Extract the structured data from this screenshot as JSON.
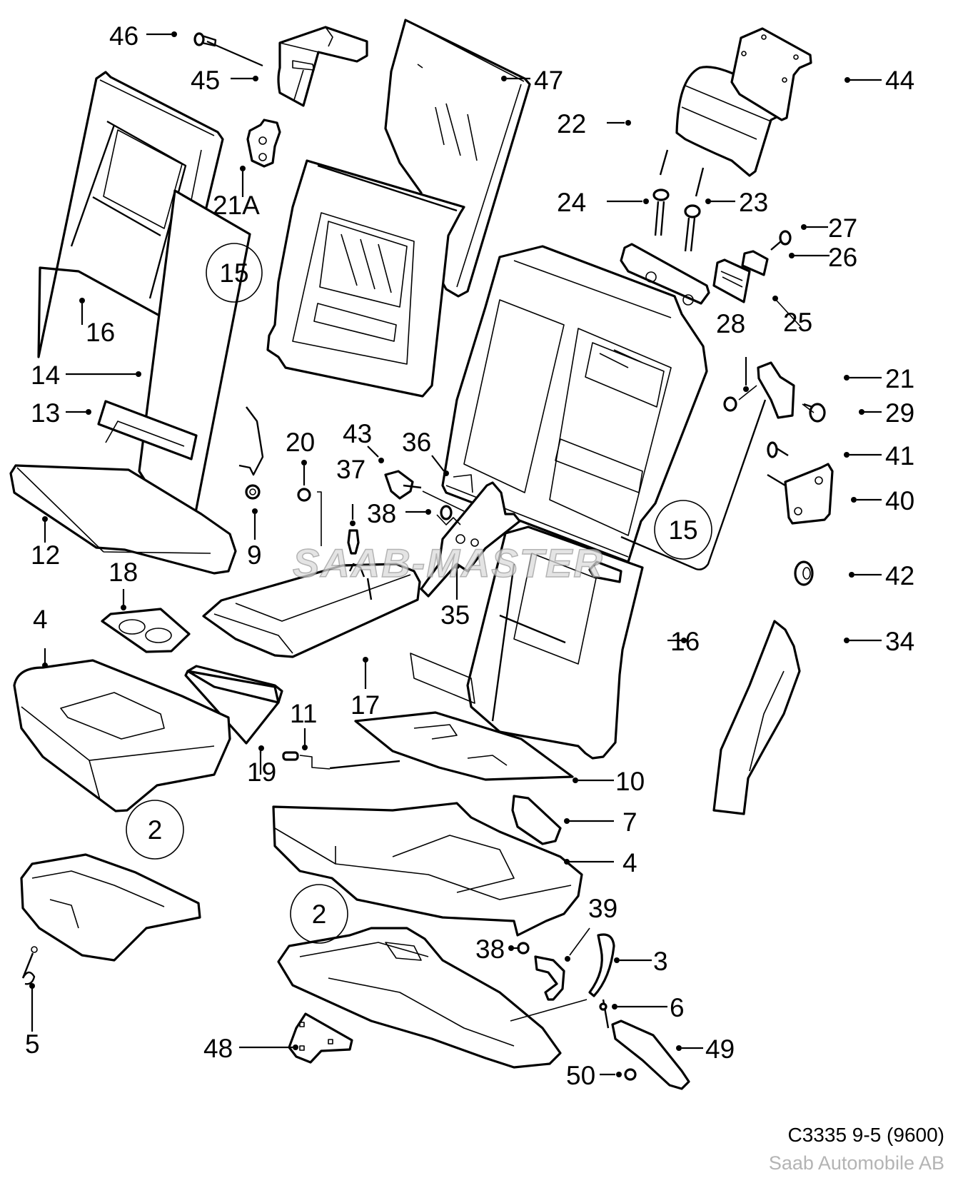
{
  "diagram": {
    "title_code": "C3335 9-5 (9600)",
    "company": "Saab Automobile AB",
    "watermark": "SAAB-MASTER",
    "subject": "Rear seat exploded parts view",
    "part_labels": [
      "46",
      "45",
      "47",
      "44",
      "22",
      "24",
      "23",
      "27",
      "26",
      "25",
      "21A",
      "15",
      "16",
      "14",
      "13",
      "12",
      "9",
      "20",
      "43",
      "36",
      "37",
      "38",
      "35",
      "28",
      "21",
      "29",
      "41",
      "40",
      "42",
      "18",
      "4",
      "17",
      "19",
      "11",
      "16",
      "34",
      "10",
      "7",
      "4",
      "39",
      "38",
      "3",
      "6",
      "49",
      "50",
      "48",
      "5"
    ],
    "group_circles": [
      "15",
      "15",
      "2",
      "2"
    ]
  }
}
